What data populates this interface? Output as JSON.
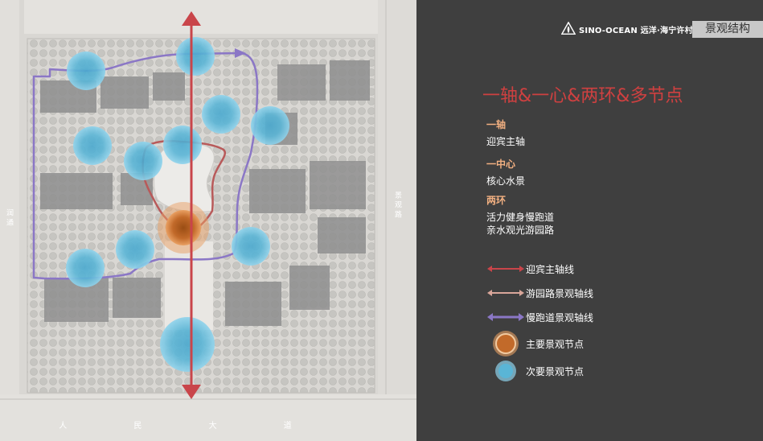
{
  "map": {
    "road_bottom": "人 民 大 道",
    "road_right": "景 观 路",
    "road_left": "润 通",
    "colors": {
      "bg": "#d9d7d3",
      "building": "#8e8e8e",
      "tree": "#c3c2be",
      "primary_axis": "#c9454a",
      "tour_path": "#b85a5a",
      "run_path": "#8b77c6",
      "secondary_node": "#5ab5d6",
      "primary_node": "#c26a2a"
    }
  },
  "header": {
    "brand": "SINO-OCEAN 远洋·海宁许村",
    "section": "景观结构",
    "logo_icon": "sino-ocean-logo-icon"
  },
  "headline": "一轴&一心&两环&多节点",
  "groups": [
    {
      "title": "一轴",
      "lines": [
        "迎宾主轴"
      ]
    },
    {
      "title": "一中心",
      "lines": [
        "核心水景"
      ]
    },
    {
      "title": "两环",
      "lines": [
        "活力健身慢跑道",
        "亲水观光游园路"
      ]
    }
  ],
  "legend": [
    {
      "label": "迎宾主轴线",
      "symbol": "arrow",
      "color": "#c9454a"
    },
    {
      "label": "游园路景观轴线",
      "symbol": "arrow",
      "color": "#d9a69a"
    },
    {
      "label": "慢跑道景观轴线",
      "symbol": "arrow",
      "color": "#8b77c6"
    },
    {
      "label": "主要景观节点",
      "symbol": "primary-node",
      "color": "#c26a2a"
    },
    {
      "label": "次要景观节点",
      "symbol": "secondary-node",
      "color": "#5ab5d6"
    }
  ]
}
